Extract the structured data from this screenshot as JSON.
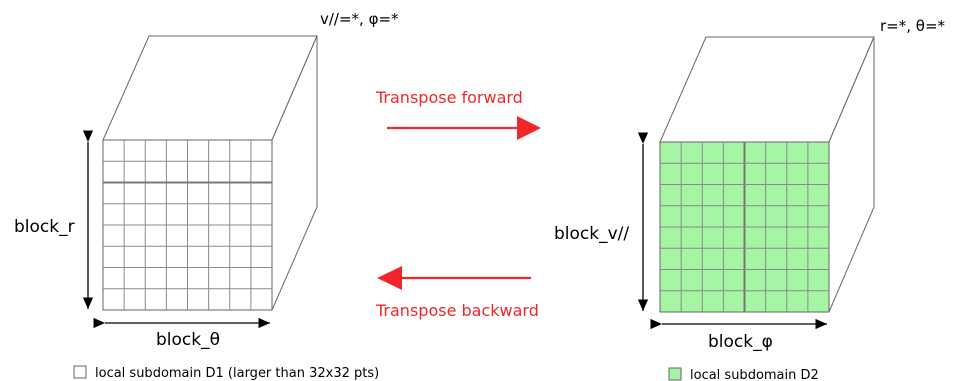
{
  "left_cube": {
    "top_label": "v//=*, φ=*",
    "vertical_label": "block_r",
    "horizontal_label": "block_θ",
    "face_color": "#ffffff"
  },
  "right_cube": {
    "top_label": "r=*, θ=*",
    "vertical_label": "block_v//",
    "horizontal_label": "block_φ",
    "face_color": "#a5f5a5"
  },
  "arrows": {
    "forward_label": "Transpose forward",
    "backward_label": "Transpose backward",
    "color": "#f0262a"
  },
  "legend": {
    "d1_label": "local subdomain D1 (larger than 32x32 pts)",
    "d2_label": "local subdomain D2",
    "d1_color": "#ffffff",
    "d2_color": "#a5f5a5"
  }
}
